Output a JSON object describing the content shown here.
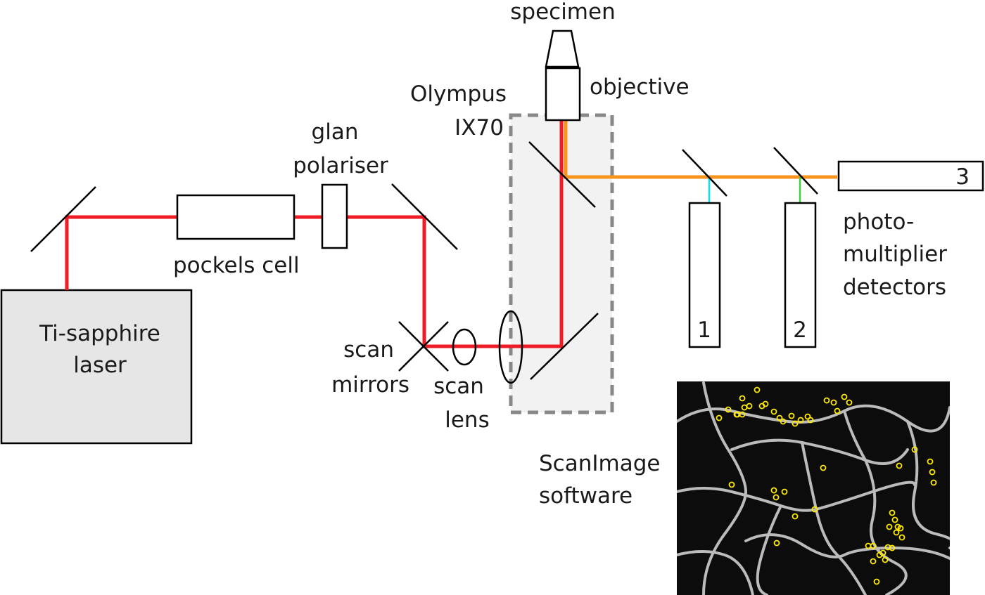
{
  "labels": {
    "laser": [
      "Ti-sapphire",
      "laser"
    ],
    "pockels": "pockels cell",
    "glan": [
      "glan",
      "polariser"
    ],
    "scan_mirrors": [
      "scan",
      "mirrors"
    ],
    "scan_lens": [
      "scan",
      "lens"
    ],
    "microscope": [
      "Olympus",
      "IX70"
    ],
    "specimen": "specimen",
    "objective": "objective",
    "detectors": [
      "photo-",
      "multiplier",
      "detectors"
    ],
    "detector_numbers": [
      "1",
      "2",
      "3"
    ],
    "software": [
      "ScanImage",
      "software"
    ]
  },
  "colors": {
    "excitation_beam": "#ee1c24",
    "emission_beam": "#f7941d",
    "channel_1": "#00e5ff",
    "channel_2": "#3cd23c",
    "microscope_fill": "#f2f2f2",
    "laser_fill": "#e6e6e6",
    "rois": "#ffea00"
  },
  "icons": {
    "image": "fluorescence-cell-network-image"
  }
}
